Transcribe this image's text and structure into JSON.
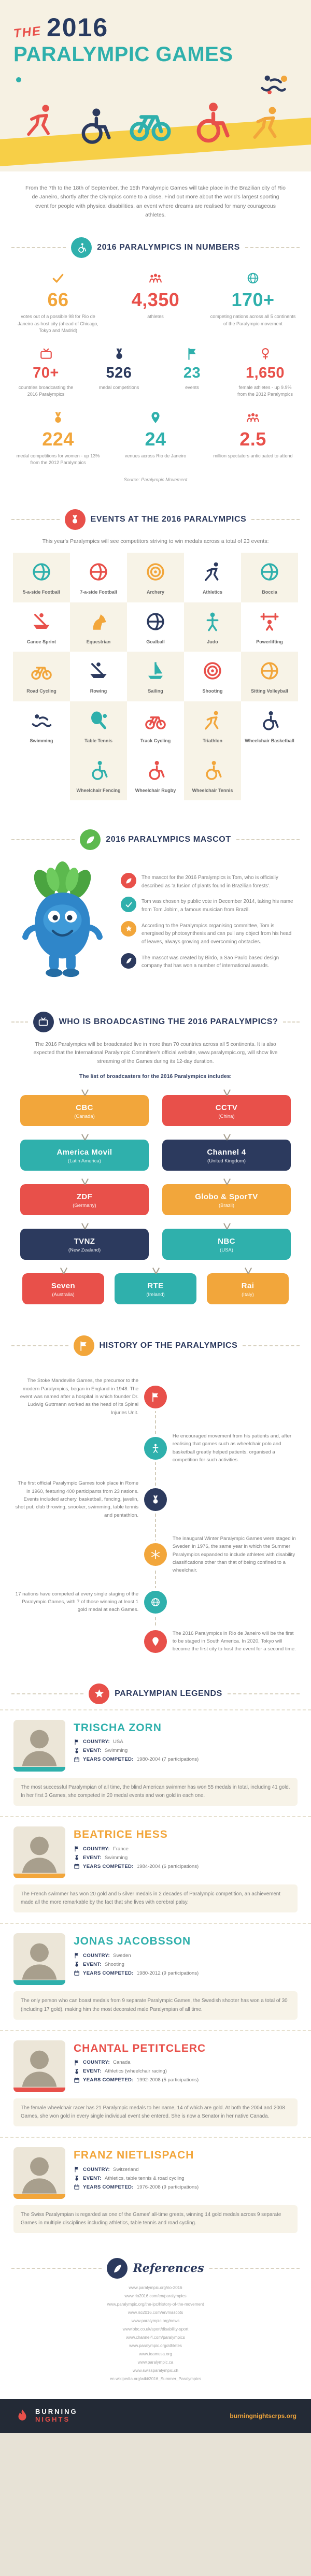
{
  "palette": {
    "red": "#e8504a",
    "teal": "#2fb0ac",
    "navy": "#2c3a5e",
    "orange": "#f2a63b",
    "green": "#5cb94e",
    "cream": "#f6f1e3",
    "yellow": "#f7cf47"
  },
  "title": {
    "the": "THE",
    "year": "2016",
    "name": "PARALYMPIC GAMES"
  },
  "intro": {
    "text": "From the 7th to the 18th of September, the 15th Paralympic Games will take place in the Brazilian city of Rio de Janeiro, shortly after the Olympics come to a close. Find out more about the world's largest sporting event for people with physical disabilities, an event where dreams are realised for many courageous athletes."
  },
  "numbers": {
    "heading": "2016 PARALYMPICS IN NUMBERS",
    "row1": [
      {
        "value": "66",
        "desc": "votes out of a possible 98 for Rio de Janeiro as host city (ahead of Chicago, Tokyo and Madrid)",
        "color": "#f2a63b",
        "icon": "#i-check"
      },
      {
        "value": "4,350",
        "desc": "athletes",
        "color": "#e8504a",
        "icon": "#i-crowd"
      },
      {
        "value": "170+",
        "desc": "competing nations across all 5 continents of the Paralympic movement",
        "color": "#2fb0ac",
        "icon": "#i-globe"
      }
    ],
    "row2": [
      {
        "value": "70+",
        "desc": "countries broadcasting the 2016 Paralympics",
        "color": "#e8504a",
        "icon": "#i-tv"
      },
      {
        "value": "526",
        "desc": "medal competitions",
        "color": "#2c3a5e",
        "icon": "#i-medal"
      },
      {
        "value": "23",
        "desc": "events",
        "color": "#2fb0ac",
        "icon": "#i-flag"
      },
      {
        "value": "1,650",
        "desc": "female athletes - up 9.9% from the 2012 Paralympics",
        "color": "#e8504a",
        "icon": "#i-female"
      }
    ],
    "row3": [
      {
        "value": "224",
        "desc": "medal competitions for women - up 13% from the 2012 Paralympics",
        "color": "#f2a63b",
        "icon": "#i-medal"
      },
      {
        "value": "24",
        "desc": "venues across Rio de Janeiro",
        "color": "#2fb0ac",
        "icon": "#i-pin"
      },
      {
        "value": "2.5",
        "desc": "million spectators anticipated to attend",
        "color": "#e8504a",
        "icon": "#i-crowd"
      }
    ],
    "source": "Source: Paralympic Movement"
  },
  "events": {
    "heading": "EVENTS AT THE 2016 PARALYMPICS",
    "sub": "This year's Paralympics will see competitors striving to win medals across a total of 23 events:",
    "items": [
      {
        "label": "5-a-side Football",
        "icon": "#i-ball",
        "color": "#2fb0ac"
      },
      {
        "label": "7-a-side Football",
        "icon": "#i-ball",
        "color": "#e8504a"
      },
      {
        "label": "Archery",
        "icon": "#i-target",
        "color": "#f2a63b"
      },
      {
        "label": "Athletics",
        "icon": "#i-run",
        "color": "#2c3a5e"
      },
      {
        "label": "Boccia",
        "icon": "#i-ball",
        "color": "#2fb0ac"
      },
      {
        "label": "Canoe Sprint",
        "icon": "#i-boat",
        "color": "#e8504a"
      },
      {
        "label": "Equestrian",
        "icon": "#i-horse",
        "color": "#f2a63b"
      },
      {
        "label": "Goalball",
        "icon": "#i-ball",
        "color": "#2c3a5e"
      },
      {
        "label": "Judo",
        "icon": "#i-person",
        "color": "#2fb0ac"
      },
      {
        "label": "Powerlifting",
        "icon": "#i-lift",
        "color": "#e8504a"
      },
      {
        "label": "Road Cycling",
        "icon": "#i-bike",
        "color": "#f2a63b"
      },
      {
        "label": "Rowing",
        "icon": "#i-boat",
        "color": "#2c3a5e"
      },
      {
        "label": "Sailing",
        "icon": "#i-sail",
        "color": "#2fb0ac"
      },
      {
        "label": "Shooting",
        "icon": "#i-target",
        "color": "#e8504a"
      },
      {
        "label": "Sitting Volleyball",
        "icon": "#i-ball",
        "color": "#f2a63b"
      },
      {
        "label": "Swimming",
        "icon": "#i-swim",
        "color": "#2c3a5e"
      },
      {
        "label": "Table Tennis",
        "icon": "#i-paddle",
        "color": "#2fb0ac"
      },
      {
        "label": "Track Cycling",
        "icon": "#i-bike",
        "color": "#e8504a"
      },
      {
        "label": "Triathlon",
        "icon": "#i-run",
        "color": "#f2a63b"
      },
      {
        "label": "Wheelchair Basketball",
        "icon": "#i-wheelchair",
        "color": "#2c3a5e"
      },
      {
        "label": "Wheelchair Fencing",
        "icon": "#i-wheelchair",
        "color": "#2fb0ac"
      },
      {
        "label": "Wheelchair Rugby",
        "icon": "#i-wheelchair",
        "color": "#e8504a"
      },
      {
        "label": "Wheelchair Tennis",
        "icon": "#i-wheelchair",
        "color": "#f2a63b"
      }
    ]
  },
  "mascot": {
    "heading": "2016 PARALYMPICS MASCOT",
    "bullets": [
      {
        "text": "The mascot for the 2016 Paralympics is Tom, who is officially described as 'a fusion of plants found in Brazilian forests'.",
        "color": "#e8504a",
        "icon": "#i-leaf"
      },
      {
        "text": "Tom was chosen by public vote in December 2014, taking his name from Tom Jobim, a famous musician from Brazil.",
        "color": "#2fb0ac",
        "icon": "#i-check"
      },
      {
        "text": "According to the Paralympics organising committee, Tom is energised by photosynthesis and can pull any object from his head of leaves, always growing and overcoming obstacles.",
        "color": "#f2a63b",
        "icon": "#i-star"
      },
      {
        "text": "The mascot was created by Birdo, a Sao Paulo based design company that has won a number of international awards.",
        "color": "#2c3a5e",
        "icon": "#i-quill"
      }
    ]
  },
  "broadcast": {
    "heading": "WHO IS BROADCASTING THE 2016 PARALYMPICS?",
    "intro": "The 2016 Paralympics will be broadcasted live in more than 70 countries across all 5 continents. It is also expected that the International Paralympic Committee's official website, www.paralympic.org, will show live streaming of the Games during its 12-day duration.",
    "sub": "The list of broadcasters for the 2016 Paralympics includes:",
    "main": [
      {
        "name": "CBC",
        "region": "(Canada)",
        "color": "#f2a63b"
      },
      {
        "name": "CCTV",
        "region": "(China)",
        "color": "#e8504a"
      },
      {
        "name": "America Movil",
        "region": "(Latin America)",
        "color": "#2fb0ac"
      },
      {
        "name": "Channel 4",
        "region": "(United Kingdom)",
        "color": "#2c3a5e"
      },
      {
        "name": "ZDF",
        "region": "(Germany)",
        "color": "#e8504a"
      },
      {
        "name": "Globo & SporTV",
        "region": "(Brazil)",
        "color": "#f2a63b"
      },
      {
        "name": "TVNZ",
        "region": "(New Zealand)",
        "color": "#2c3a5e"
      },
      {
        "name": "NBC",
        "region": "(USA)",
        "color": "#2fb0ac"
      }
    ],
    "small": [
      {
        "name": "Seven",
        "region": "(Australia)",
        "color": "#e8504a"
      },
      {
        "name": "RTE",
        "region": "(Ireland)",
        "color": "#2fb0ac"
      },
      {
        "name": "Rai",
        "region": "(Italy)",
        "color": "#f2a63b"
      }
    ]
  },
  "history": {
    "heading": "HISTORY OF THE PARALYMPICS",
    "items": [
      {
        "text": "The Stoke Mandeville Games, the precursor to the modern Paralympics, began in England in 1948. The event was named after a hospital in which founder Dr. Ludwig Guttmann worked as the head of its Spinal Injuries Unit.",
        "color": "#e8504a",
        "icon": "#i-flag"
      },
      {
        "text": "He encouraged movement from his patients and, after realising that games such as wheelchair polo and basketball greatly helped patients, organised a competition for such activities.",
        "color": "#2fb0ac",
        "icon": "#i-person"
      },
      {
        "text": "The first official Paralympic Games took place in Rome in 1960, featuring 400 participants from 23 nations. Events included archery, basketball, fencing, javelin, shot put, club throwing, snooker, swimming, table tennis and pentathlon.",
        "color": "#2c3a5e",
        "icon": "#i-medal"
      },
      {
        "text": "The inaugural Winter Paralympic Games were staged in Sweden in 1976, the same year in which the Summer Paralympics expanded to include athletes with disability classifications other than that of being confined to a wheelchair.",
        "color": "#f2a63b",
        "icon": "#i-snow"
      },
      {
        "text": "17 nations have competed at every single staging of the Paralympic Games, with 7 of those winning at least 1 gold medal at each Games.",
        "color": "#2fb0ac",
        "icon": "#i-globe"
      },
      {
        "text": "The 2016 Paralympics in Rio de Janeiro will be the first to be staged in South America. In 2020, Tokyo will become the first city to host the event for a second time.",
        "color": "#e8504a",
        "icon": "#i-pin"
      }
    ]
  },
  "legends": {
    "heading": "PARALYMPIAN LEGENDS",
    "labels": {
      "country": "COUNTRY:",
      "event": "EVENT:",
      "years": "YEARS COMPETED:"
    },
    "items": [
      {
        "name": "TRISCHA ZORN",
        "color": "#2fb0ac",
        "country": "USA",
        "event": "Swimming",
        "years": "1980-2004 (7 participations)",
        "desc": "The most successful Paralympian of all time, the blind American swimmer has won 55 medals in total, including 41 gold. In her first 3 Games, she competed in 20 medal events and won gold in each one."
      },
      {
        "name": "BEATRICE HESS",
        "color": "#f2a63b",
        "country": "France",
        "event": "Swimming",
        "years": "1984-2004 (6 participations)",
        "desc": "The French swimmer has won 20 gold and 5 silver medals in 2 decades of Paralympic competition, an achievement made all the more remarkable by the fact that she lives with cerebral palsy."
      },
      {
        "name": "JONAS JACOBSSON",
        "color": "#2fb0ac",
        "country": "Sweden",
        "event": "Shooting",
        "years": "1980-2012 (9 participations)",
        "desc": "The only person who can boast medals from 9 separate Paralympic Games, the Swedish shooter has won a total of 30 (including 17 gold), making him the most decorated male Paralympian of all time."
      },
      {
        "name": "CHANTAL PETITCLERC",
        "color": "#e8504a",
        "country": "Canada",
        "event": "Athletics (wheelchair racing)",
        "years": "1992-2008 (5 participations)",
        "desc": "The female wheelchair racer has 21 Paralympic medals to her name, 14 of which are gold. At both the 2004 and 2008 Games, she won gold in every single individual event she entered. She is now a Senator in her native Canada."
      },
      {
        "name": "FRANZ NIETLISPACH",
        "color": "#f2a63b",
        "country": "Switzerland",
        "event": "Athletics, table tennis & road cycling",
        "years": "1976-2008 (9 participations)",
        "desc": "The Swiss Paralympian is regarded as one of the Games' all-time greats, winning 14 gold medals across 9 separate Games in multiple disciplines including athletics, table tennis and road cycling."
      }
    ]
  },
  "references": {
    "heading": "References",
    "items": [
      {
        "url": "www.paralympic.org/rio-2016"
      },
      {
        "url": "www.rio2016.com/en/paralympics"
      },
      {
        "url": "www.paralympic.org/the-ipc/history-of-the-movement"
      },
      {
        "url": "www.rio2016.com/en/mascots"
      },
      {
        "url": "www.paralympic.org/news"
      },
      {
        "url": "www.bbc.co.uk/sport/disability-sport"
      },
      {
        "url": "www.channel4.com/paralympics"
      },
      {
        "url": "www.paralympic.org/athletes"
      },
      {
        "url": "www.teamusa.org"
      },
      {
        "url": "www.paralympic.ca"
      },
      {
        "url": "www.swissparalympic.ch"
      },
      {
        "url": "en.wikipedia.org/wiki/2016_Summer_Paralympics"
      }
    ]
  },
  "footer": {
    "brand_top": "BURNING",
    "brand_bottom": "NIGHTS",
    "url": "burningnightscrps.org"
  }
}
